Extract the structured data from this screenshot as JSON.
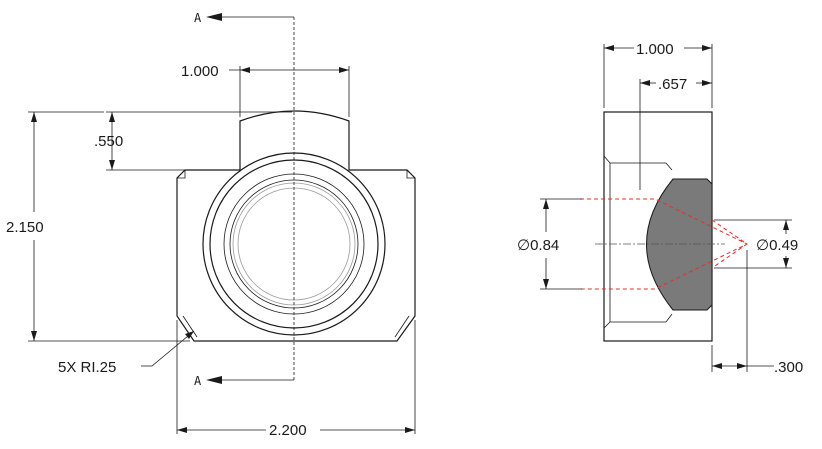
{
  "front_view": {
    "section_label_top": "A",
    "section_label_bottom": "A",
    "dim_top_width": "1.000",
    "dim_boss_height": ".550",
    "dim_overall_height": "2.150",
    "dim_overall_width": "2.200",
    "note_radius": "5X RI.25"
  },
  "side_view": {
    "dim_overall_depth": "1.000",
    "dim_counterbore_depth": ".657",
    "dim_large_diameter": "∅0.84",
    "dim_small_diameter": "∅0.49",
    "dim_hole_depth": ".300"
  }
}
